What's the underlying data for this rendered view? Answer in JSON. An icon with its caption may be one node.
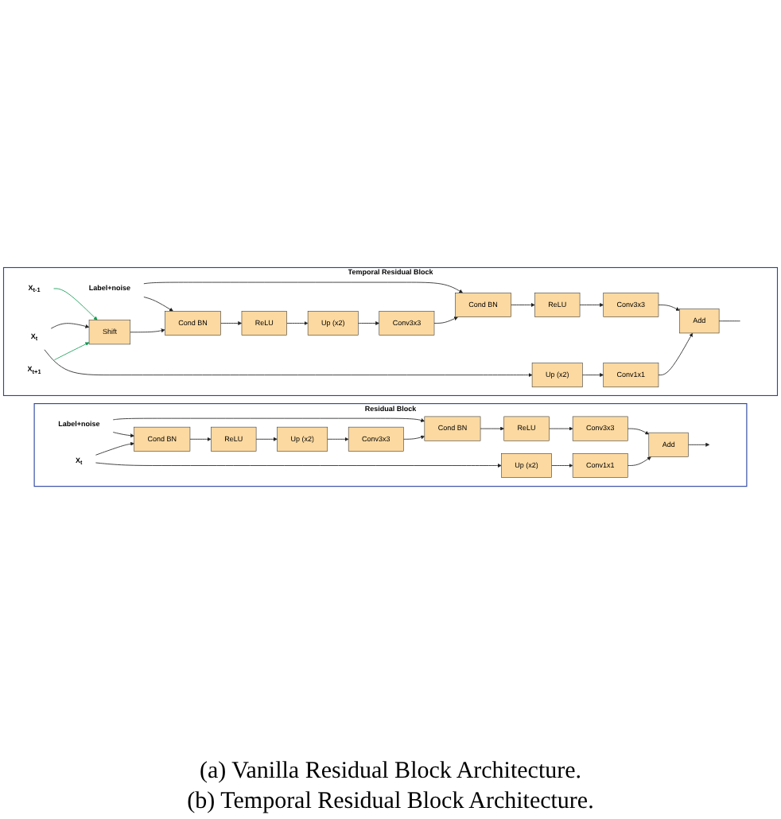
{
  "diagram": {
    "nodes": [
      {
        "text": [
          "Residual Block"
        ]
      },
      {
        "text": [
          "Label+noise"
        ],
        "in": 0
      },
      {
        "text": [
          "X$_{t}$"
        ],
        "in": 0
      },
      {
        "text": [
          "Cond BN"
        ],
        "in": 0
      },
      {
        "text": [
          "ReLU"
        ],
        "in": 0
      },
      {
        "text": [
          "Up (x2)"
        ],
        "in": 0
      },
      {
        "text": [
          "Conv3x3"
        ],
        "in": 0
      },
      {
        "text": [
          "Cond BN"
        ],
        "in": 0
      },
      {
        "text": [
          "ReLU"
        ],
        "in": 0
      },
      {
        "text": [
          "Conv3x3"
        ],
        "in": 0
      },
      {
        "text": [
          "Add"
        ],
        "in": 0
      },
      {
        "text": [
          "Up (x2)"
        ],
        "in": 0
      },
      {
        "text": [
          "Conv1x1"
        ],
        "in": 0
      },
      {
        "text": [
          "Temporal Residual Block"
        ]
      },
      {
        "text": [
          "Label+noise"
        ],
        "in": 13
      },
      {
        "text": [
          "X$_{t-1}$"
        ],
        "in": 13
      },
      {
        "text": [
          "X$_{t}$"
        ],
        "in": 13
      },
      {
        "text": [
          "X$_{t+1}$"
        ],
        "in": 13
      },
      {
        "text": [
          "Shift"
        ],
        "in": 13
      },
      {
        "text": [
          "Cond BN"
        ],
        "in": 13
      },
      {
        "text": [
          "ReLU"
        ],
        "in": 13
      },
      {
        "text": [
          "Up (x2)"
        ],
        "in": 13
      },
      {
        "text": [
          "Conv3x3"
        ],
        "in": 13
      },
      {
        "text": [
          "Cond BN"
        ],
        "in": 13
      },
      {
        "text": [
          "ReLU"
        ],
        "in": 13
      },
      {
        "text": [
          "Conv3x3"
        ],
        "in": 13
      },
      {
        "text": [
          "Add"
        ],
        "in": 13
      },
      {
        "text": [
          "Up (x2)"
        ],
        "in": 13
      },
      {
        "text": [
          "Conv1x1"
        ],
        "in": 13
      }
    ],
    "edges": [
      {
        "from": 1,
        "to": 3,
        "arrow": "to"
      },
      {
        "from": 1,
        "to": 7,
        "arrow": "to"
      },
      {
        "from": 2,
        "to": 3,
        "arrow": "to"
      },
      {
        "from": 2,
        "to": 11,
        "arrow": "to"
      },
      {
        "from": 3,
        "to": 4,
        "arrow": "to"
      },
      {
        "from": 4,
        "to": 5,
        "arrow": "to"
      },
      {
        "from": 5,
        "to": 6,
        "arrow": "to"
      },
      {
        "from": 6,
        "to": 7,
        "arrow": "to"
      },
      {
        "from": 7,
        "to": 8,
        "arrow": "to"
      },
      {
        "from": 8,
        "to": 9,
        "arrow": "to"
      },
      {
        "from": 9,
        "to": 10,
        "arrow": "to"
      },
      {
        "from": 11,
        "to": 12,
        "arrow": "to"
      },
      {
        "from": 12,
        "to": 10,
        "arrow": "to"
      },
      {
        "from": 10,
        "to": null,
        "arrow": "to"
      },
      {
        "from": 14,
        "to": 19,
        "arrow": "to"
      },
      {
        "from": 14,
        "to": 23,
        "arrow": "to"
      },
      {
        "from": 15,
        "to": 18,
        "arrow": "to",
        "color": "#0e9a4f"
      },
      {
        "from": 16,
        "to": 18,
        "arrow": "to"
      },
      {
        "from": 16,
        "to": 27,
        "arrow": "to"
      },
      {
        "from": 17,
        "to": 18,
        "arrow": "to",
        "color": "#0e9a4f"
      },
      {
        "from": 18,
        "to": 19,
        "arrow": "to"
      },
      {
        "from": 19,
        "to": 20,
        "arrow": "to"
      },
      {
        "from": 20,
        "to": 21,
        "arrow": "to"
      },
      {
        "from": 21,
        "to": 22,
        "arrow": "to"
      },
      {
        "from": 22,
        "to": 23,
        "arrow": "to"
      },
      {
        "from": 23,
        "to": 24,
        "arrow": "to"
      },
      {
        "from": 24,
        "to": 25,
        "arrow": "to"
      },
      {
        "from": 25,
        "to": 26,
        "arrow": "to"
      },
      {
        "from": 27,
        "to": 28,
        "arrow": "to"
      },
      {
        "from": 28,
        "to": 26,
        "arrow": "to"
      },
      {
        "from": 26,
        "to": null,
        "arrow": "none"
      }
    ],
    "labels": [
      "(a) Vanilla Residual Block Architecture.",
      "(b) Temporal Residual Block Architecture."
    ]
  }
}
